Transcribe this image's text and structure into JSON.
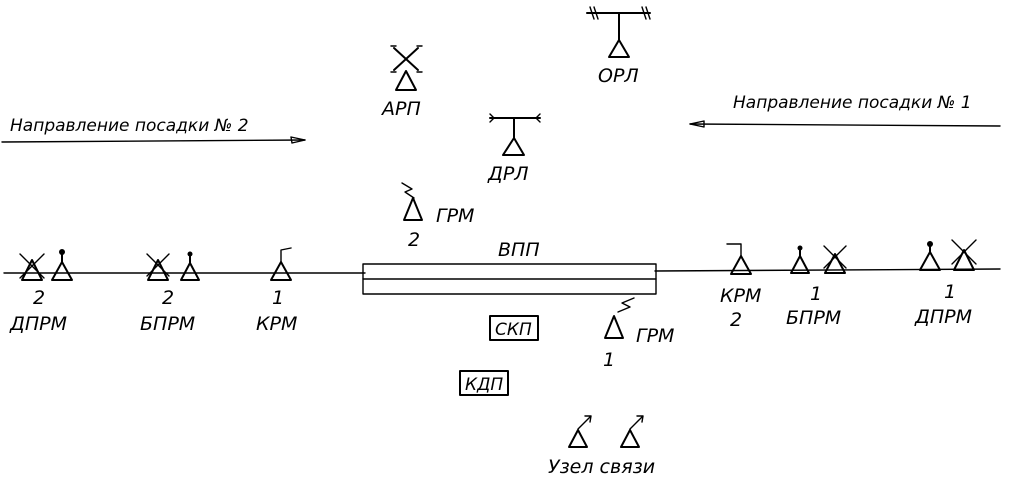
{
  "direction_2": "Направление посадки № 2",
  "direction_1": "Направление посадки № 1",
  "runway": "ВПП",
  "arp": "АРП",
  "orl": "ОРЛ",
  "drl": "ДРЛ",
  "grm_2": {
    "num": "2",
    "name": "ГРМ"
  },
  "grm_1": {
    "num": "1",
    "name": "ГРМ"
  },
  "dprm_2": {
    "num": "2",
    "name": "ДПРМ"
  },
  "bprm_2": {
    "num": "2",
    "name": "БПРМ"
  },
  "krm_1": {
    "num": "1",
    "name": "КРМ"
  },
  "krm_2": {
    "num": "2",
    "name": "КРМ"
  },
  "bprm_1": {
    "num": "1",
    "name": "БПРМ"
  },
  "dprm_1": {
    "num": "1",
    "name": "ДПРМ"
  },
  "skp": "СКП",
  "kdp": "КДП",
  "comm_node": "Узел связи"
}
